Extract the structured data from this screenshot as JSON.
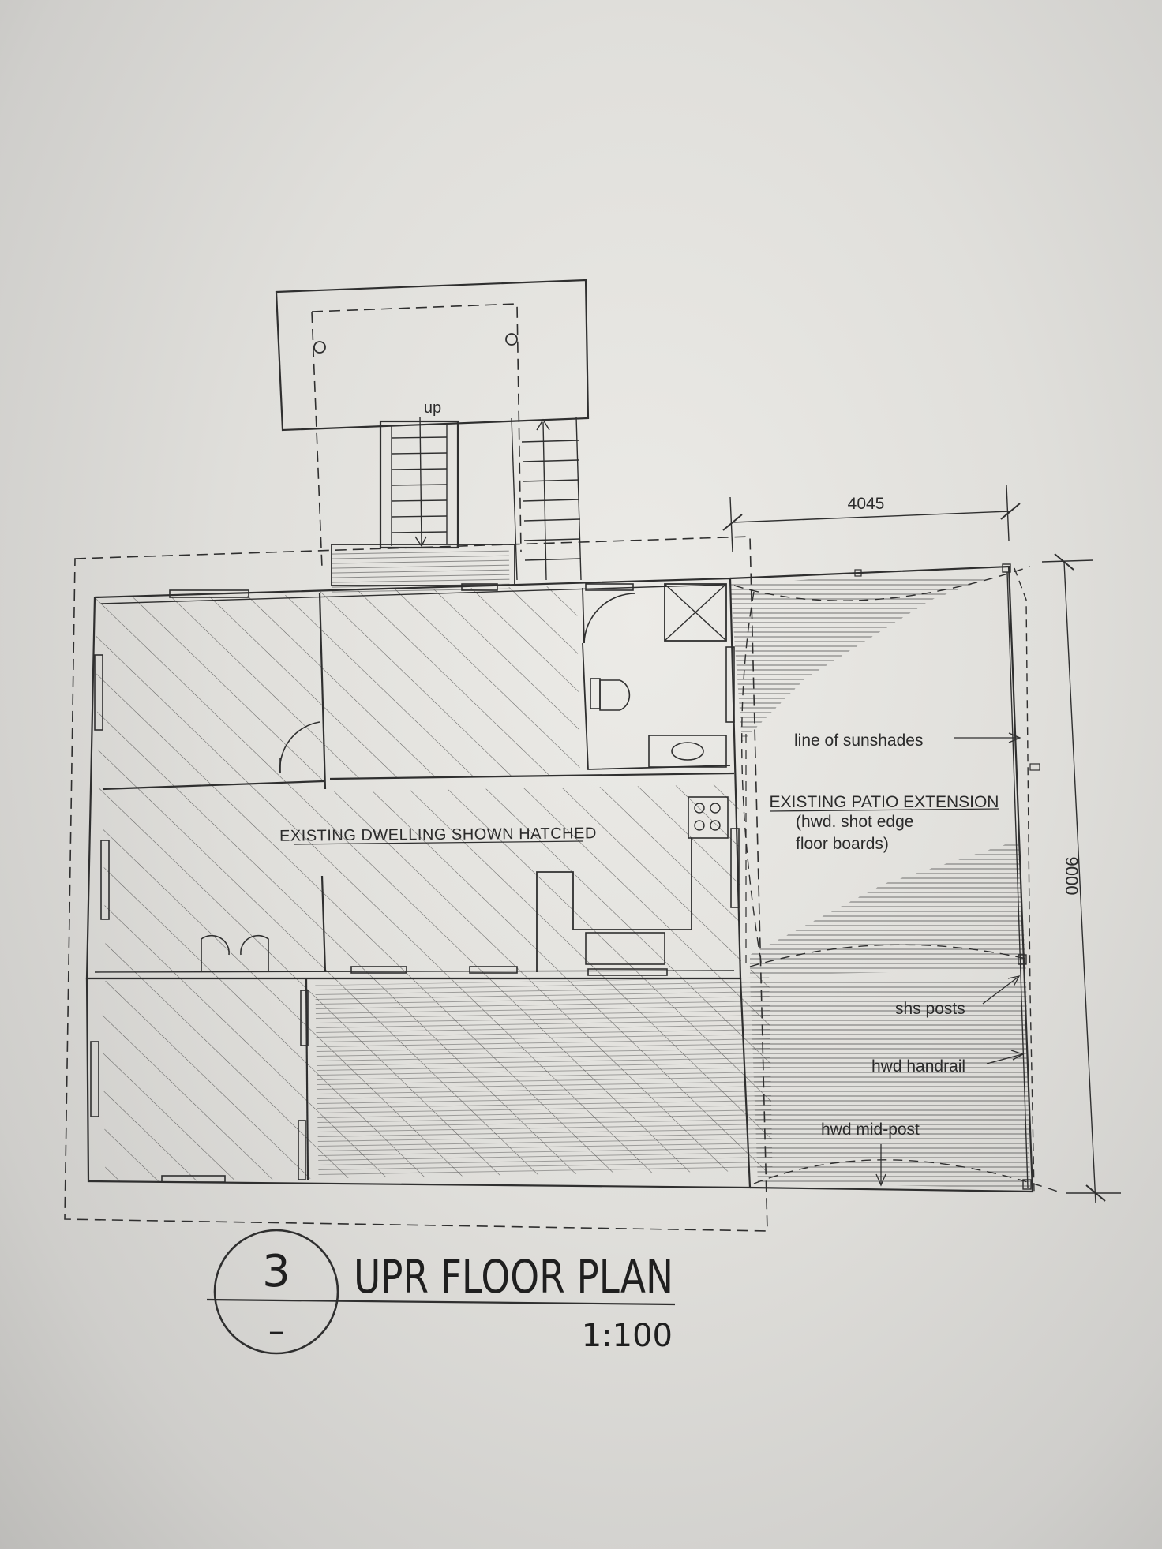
{
  "drawing": {
    "stair_label": "up",
    "dimension_width": "4045",
    "dimension_depth": "9000",
    "dwelling_label": "EXISTING DWELLING SHOWN HATCHED",
    "patio_title": "EXISTING PATIO EXTENSION",
    "patio_note_line1": "(hwd. shot edge",
    "patio_note_line2": "floor boards)",
    "note_sunshades": "line of sunshades",
    "note_posts": "shs posts",
    "note_handrail": "hwd handrail",
    "note_midpost": "hwd mid-post"
  },
  "title_block": {
    "number": "3",
    "sheet_ref": "–",
    "title": "UPR FLOOR PLAN",
    "scale": "1:100"
  },
  "colors": {
    "paper": "#e6e5e1",
    "ink": "#2b2b2b"
  }
}
